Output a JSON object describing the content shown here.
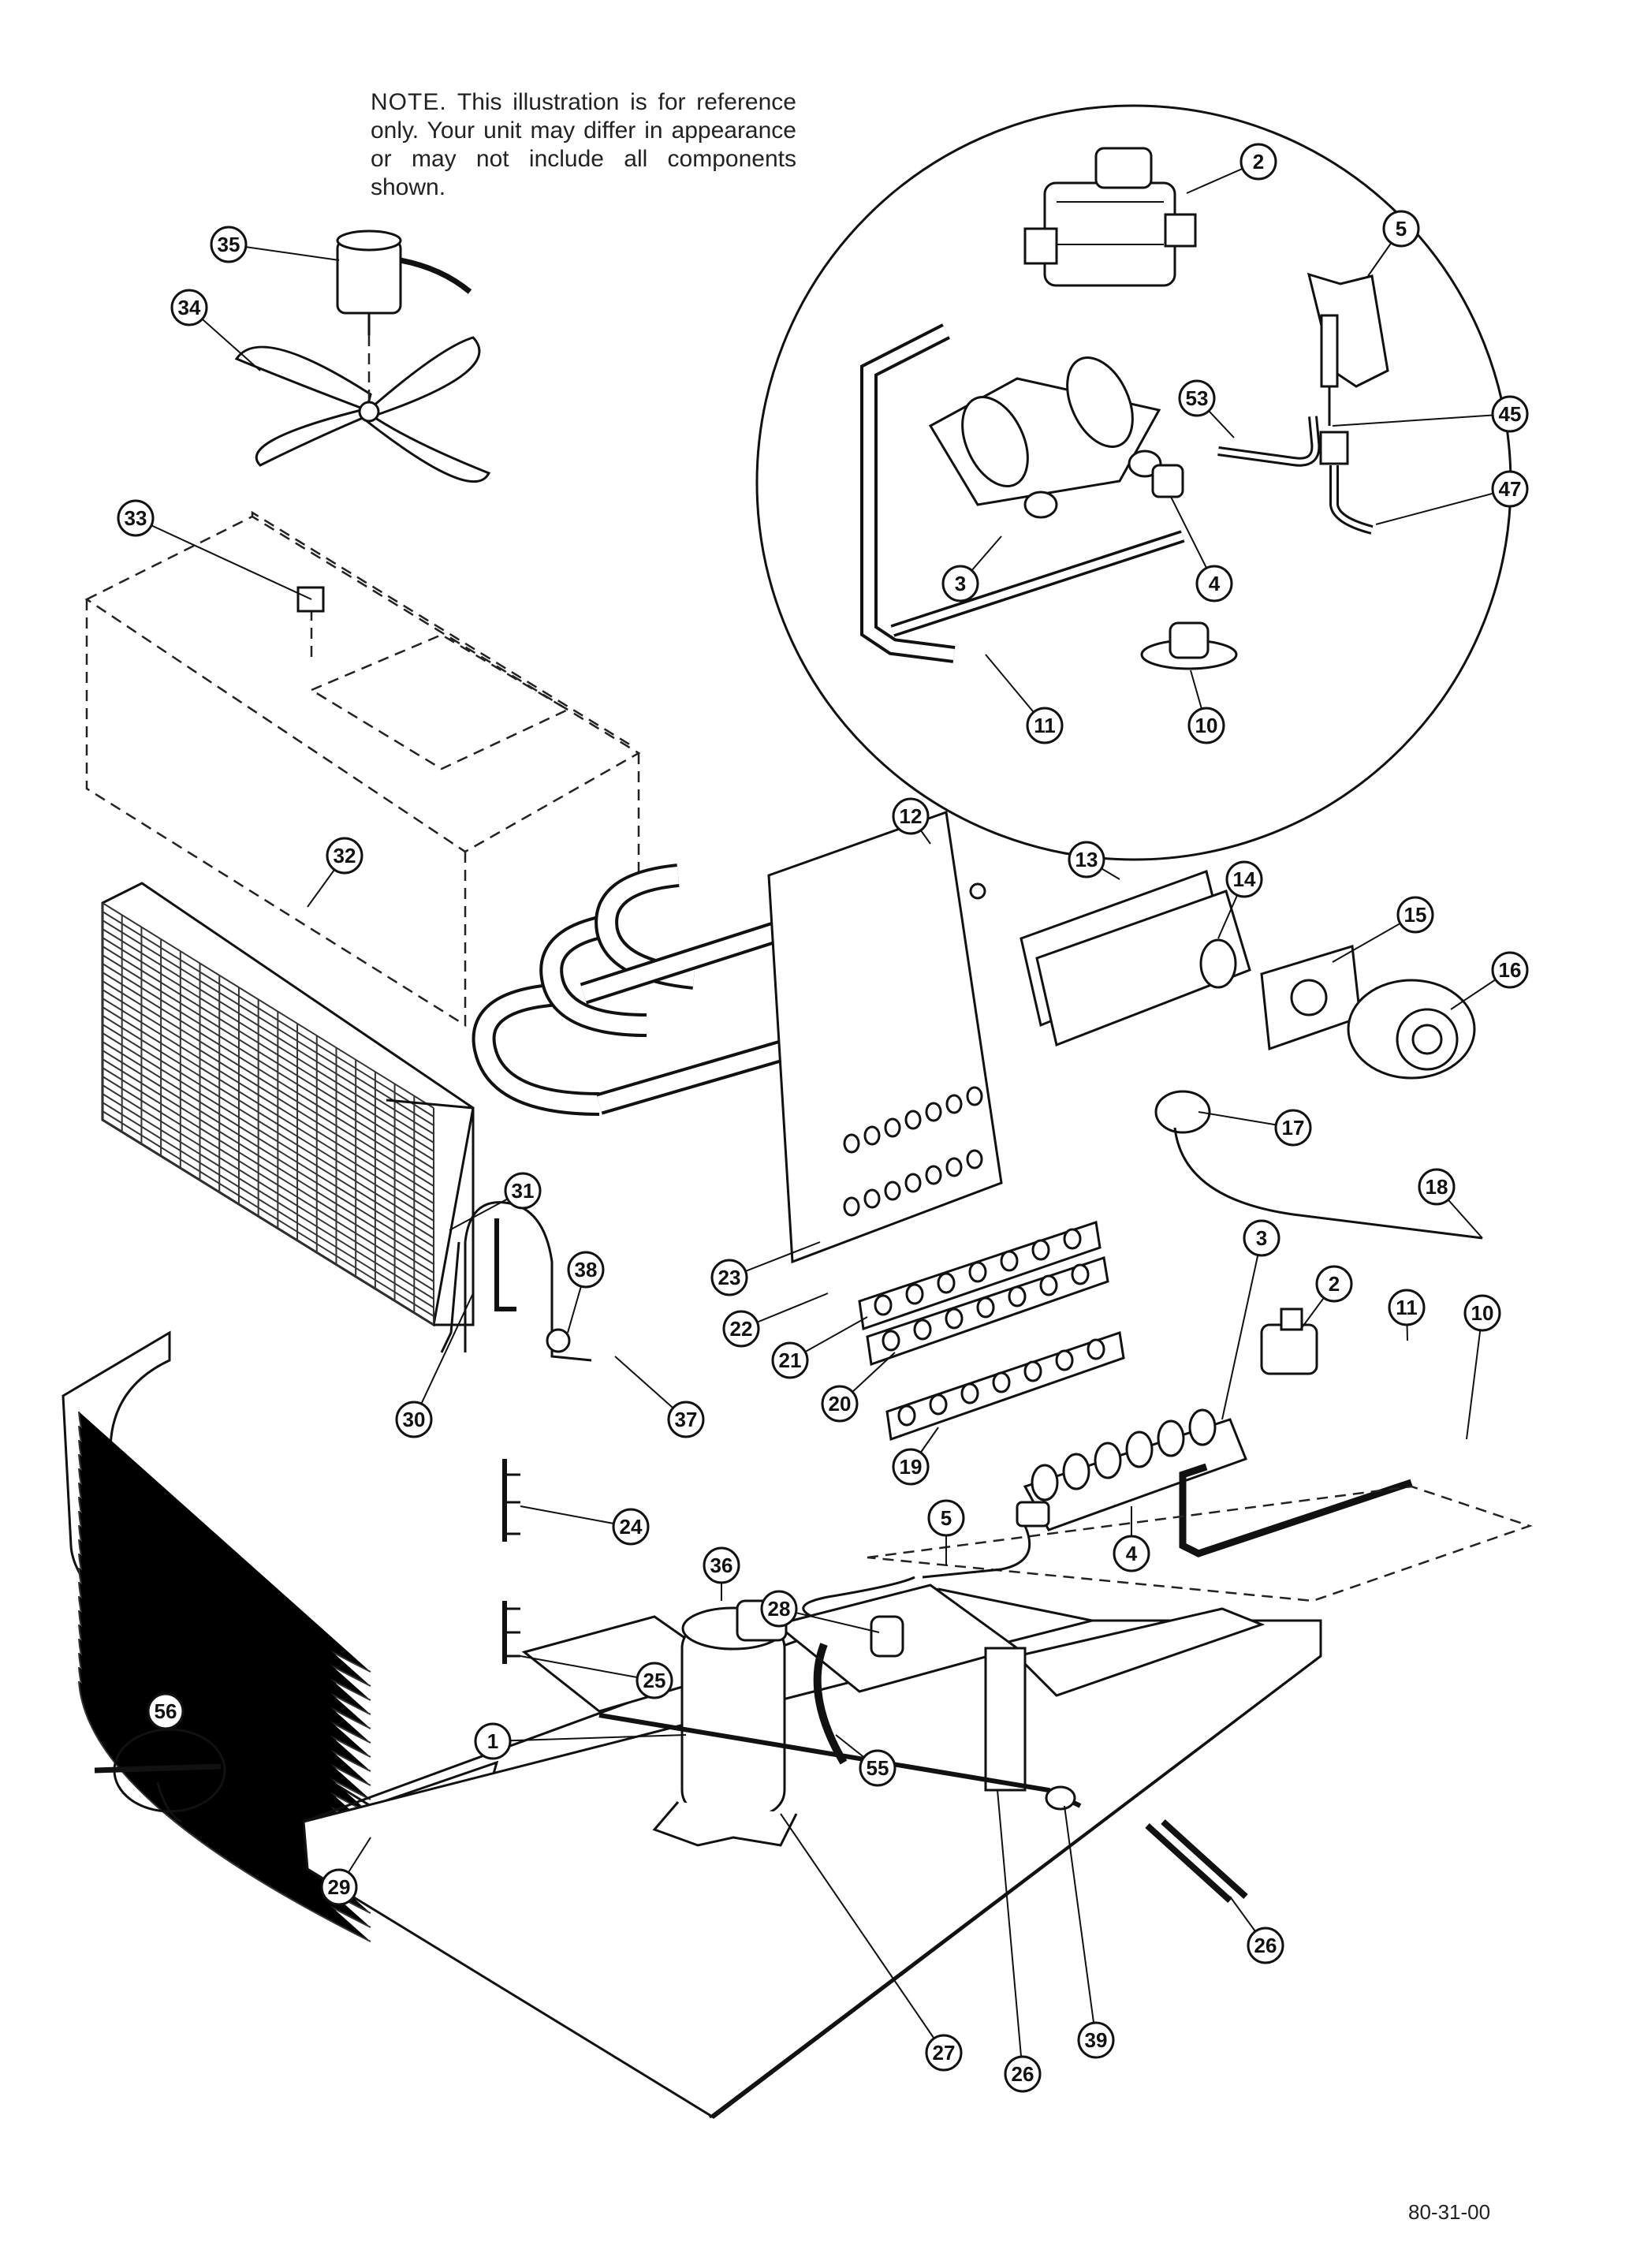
{
  "note": {
    "label": "NOTE.",
    "text": "This illustration is for reference only. Your unit may differ in appearance or may not include all components shown."
  },
  "doc_number": "80-31-00",
  "callouts": [
    {
      "id": "2",
      "label": "2"
    },
    {
      "id": "5",
      "label": "5"
    },
    {
      "id": "53",
      "label": "53"
    },
    {
      "id": "45",
      "label": "45"
    },
    {
      "id": "47",
      "label": "47"
    },
    {
      "id": "3a",
      "label": "3"
    },
    {
      "id": "4a",
      "label": "4"
    },
    {
      "id": "11a",
      "label": "11"
    },
    {
      "id": "10a",
      "label": "10"
    },
    {
      "id": "35",
      "label": "35"
    },
    {
      "id": "34",
      "label": "34"
    },
    {
      "id": "33",
      "label": "33"
    },
    {
      "id": "32",
      "label": "32"
    },
    {
      "id": "12",
      "label": "12"
    },
    {
      "id": "13",
      "label": "13"
    },
    {
      "id": "14",
      "label": "14"
    },
    {
      "id": "15",
      "label": "15"
    },
    {
      "id": "16",
      "label": "16"
    },
    {
      "id": "17",
      "label": "17"
    },
    {
      "id": "18",
      "label": "18"
    },
    {
      "id": "31",
      "label": "31"
    },
    {
      "id": "38",
      "label": "38"
    },
    {
      "id": "23",
      "label": "23"
    },
    {
      "id": "22",
      "label": "22"
    },
    {
      "id": "21",
      "label": "21"
    },
    {
      "id": "20",
      "label": "20"
    },
    {
      "id": "19",
      "label": "19"
    },
    {
      "id": "3b",
      "label": "3"
    },
    {
      "id": "2b",
      "label": "2"
    },
    {
      "id": "11b",
      "label": "11"
    },
    {
      "id": "10b",
      "label": "10"
    },
    {
      "id": "30",
      "label": "30"
    },
    {
      "id": "37",
      "label": "37"
    },
    {
      "id": "24",
      "label": "24"
    },
    {
      "id": "25",
      "label": "25"
    },
    {
      "id": "5b",
      "label": "5"
    },
    {
      "id": "4b",
      "label": "4"
    },
    {
      "id": "29",
      "label": "29"
    },
    {
      "id": "36",
      "label": "36"
    },
    {
      "id": "28",
      "label": "28"
    },
    {
      "id": "56",
      "label": "56"
    },
    {
      "id": "1",
      "label": "1"
    },
    {
      "id": "55",
      "label": "55"
    },
    {
      "id": "26a",
      "label": "26"
    },
    {
      "id": "27",
      "label": "27"
    },
    {
      "id": "26b",
      "label": "26"
    },
    {
      "id": "39",
      "label": "39"
    }
  ]
}
